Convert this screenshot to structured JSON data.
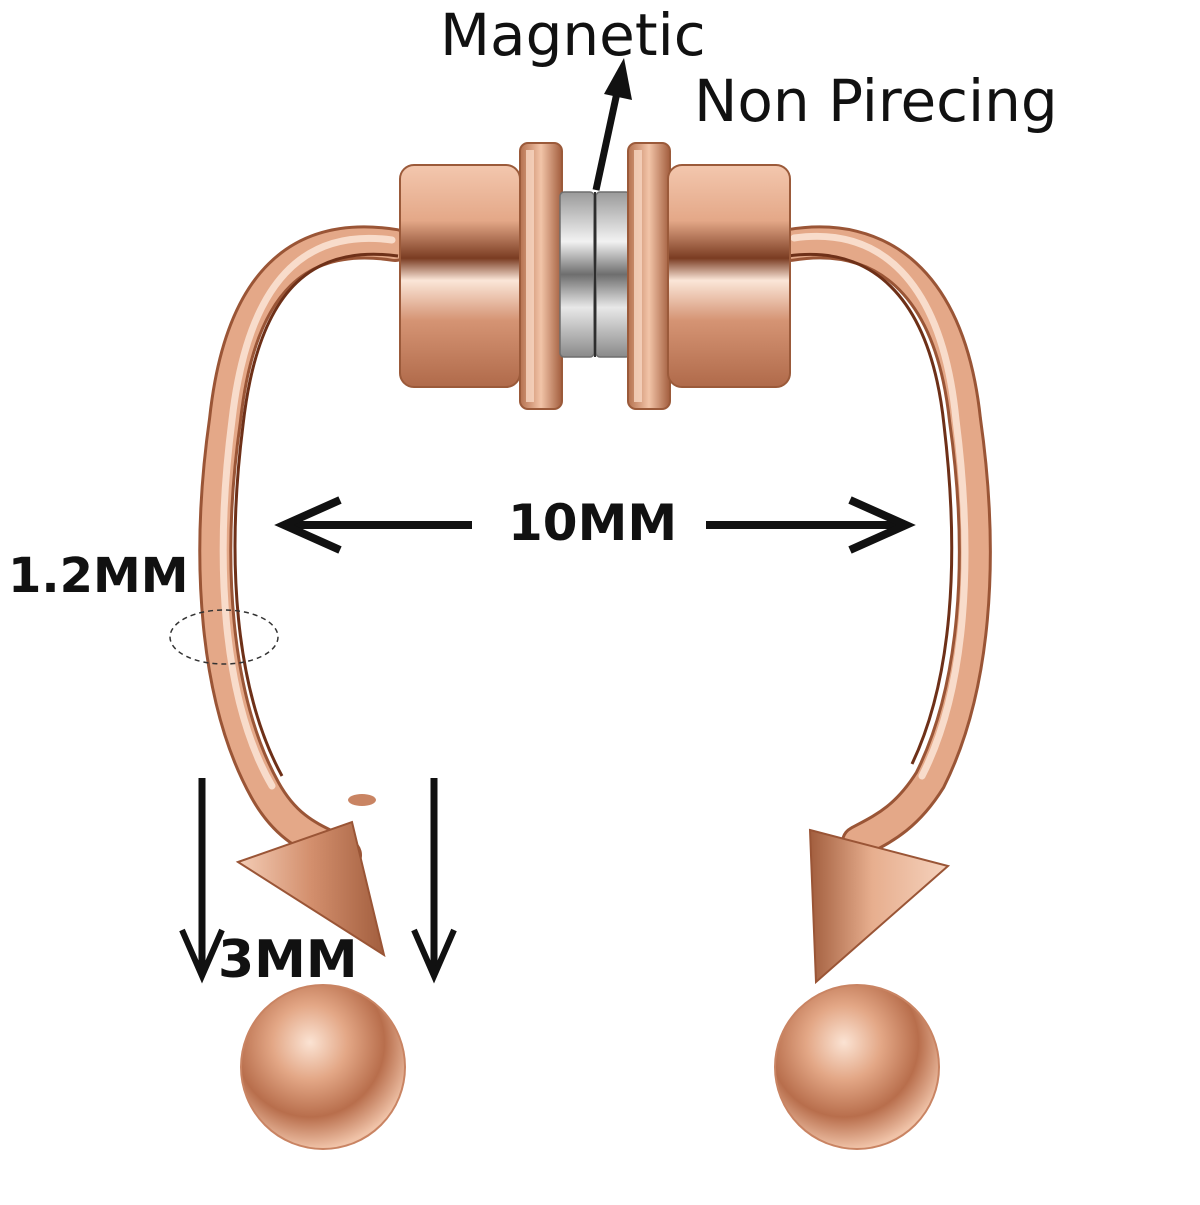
{
  "labels": {
    "magnetic": "Magnetic",
    "non_piercing": "Non Pirecing",
    "width": "10MM",
    "gauge": "1.2MM",
    "ball_size": "3MM"
  },
  "colors": {
    "background": "#ffffff",
    "rose_gold": "#d99a7a",
    "rose_gold_dark": "#8a4a2e",
    "rose_gold_light": "#f6d2bd",
    "magnet_silver": "#c8c8c8",
    "annotation": "#111111"
  }
}
